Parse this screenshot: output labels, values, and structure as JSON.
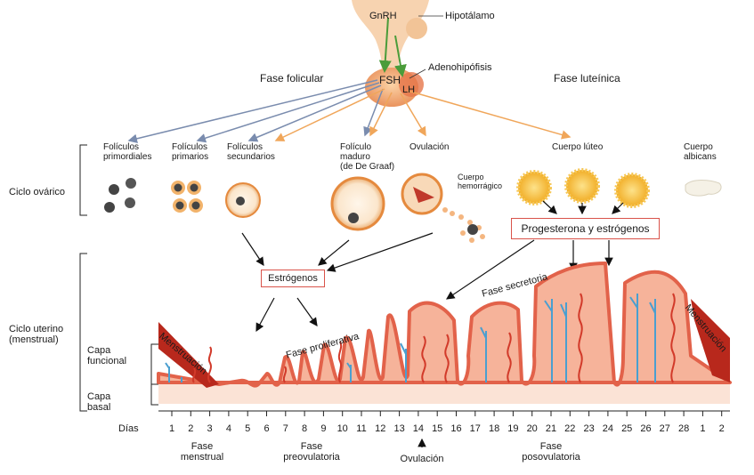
{
  "hypothalamus": {
    "gnrh": "GnRH",
    "label": "Hipotálamo"
  },
  "pituitary": {
    "label": "Adenohipófisis",
    "fsh": "FSH",
    "lh": "LH"
  },
  "phases_top": {
    "follicular": "Fase folicular",
    "luteal": "Fase luteínica"
  },
  "ovarian": {
    "row_label": "Ciclo ovárico",
    "stages": [
      {
        "line1": "Folículos",
        "line2": "primordiales",
        "line3": ""
      },
      {
        "line1": "Folículos",
        "line2": "primarios",
        "line3": ""
      },
      {
        "line1": "Folículos",
        "line2": "secundarios",
        "line3": ""
      },
      {
        "line1": "Folículo",
        "line2": "maduro",
        "line3": "(de De Graaf)"
      },
      {
        "line1": "Ovulación",
        "line2": "",
        "line3": ""
      },
      {
        "line1": "Cuerpo lúteo",
        "line2": "",
        "line3": ""
      },
      {
        "line1": "Cuerpo",
        "line2": "albicans",
        "line3": ""
      }
    ],
    "hemorrhagic": {
      "line1": "Cuerpo",
      "line2": "hemorrágico"
    }
  },
  "hormones": {
    "estrogens": "Estrógenos",
    "prog_estrogens": "Progesterona y estrógenos"
  },
  "uterine": {
    "row_label_1": "Ciclo uterino",
    "row_label_2": "(menstrual)",
    "functional_1": "Capa",
    "functional_2": "funcional",
    "basal_1": "Capa",
    "basal_2": "basal",
    "menstruation": "Menstruación",
    "proliferative": "Fase proliferativa",
    "secretory": "Fase secretoria"
  },
  "days": {
    "label": "Días",
    "numbers": [
      "1",
      "2",
      "3",
      "4",
      "5",
      "6",
      "7",
      "8",
      "9",
      "10",
      "11",
      "12",
      "13",
      "14",
      "15",
      "16",
      "17",
      "18",
      "19",
      "20",
      "21",
      "22",
      "23",
      "24",
      "25",
      "26",
      "27",
      "28",
      "1",
      "2"
    ]
  },
  "bottom_phases": {
    "menstrual_1": "Fase",
    "menstrual_2": "menstrual",
    "preovulatory_1": "Fase",
    "preovulatory_2": "preovulatoria",
    "ovulation": "Ovulación",
    "postovulatory_1": "Fase",
    "postovulatory_2": "posovulatoria"
  },
  "colors": {
    "endometrium": "#f6b39a",
    "endometrium_edge": "#e2624a",
    "basal": "#fbe3d6",
    "menstrual_red": "#b8281c",
    "vessel": "#d23a2a",
    "gland": "#4a9fd0",
    "gland_stem": "#6fb8de",
    "follicle": "#f3c07a",
    "corpus_luteum": "#f5b623",
    "arrow_blue": "#7a8cae",
    "arrow_orange": "#f0a65a",
    "arrow_green": "#4a9c3a"
  }
}
